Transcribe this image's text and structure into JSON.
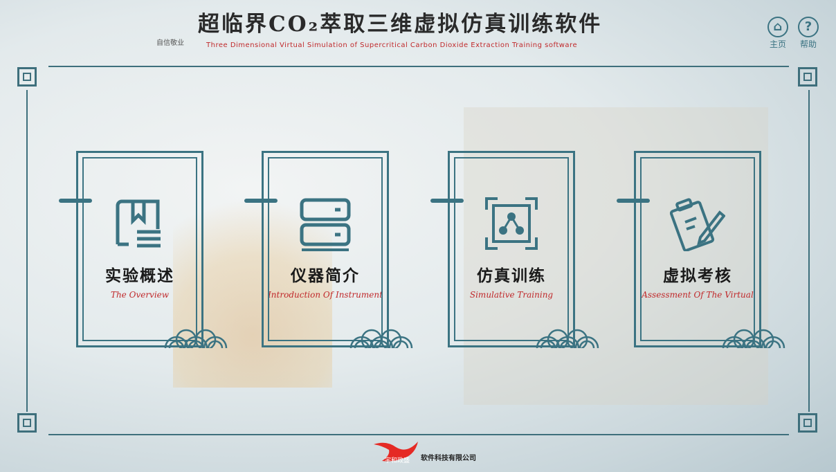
{
  "header": {
    "title": "超临界CO₂萃取三维虚拟仿真训练软件",
    "motto": "自信敬业",
    "subtitle": "Three Dimensional Virtual Simulation of Supercritical Carbon Dioxide Extraction Training software"
  },
  "top_buttons": [
    {
      "label": "主页",
      "icon": "home-icon"
    },
    {
      "label": "帮助",
      "icon": "help-icon"
    }
  ],
  "cards": [
    {
      "title": "实验概述",
      "subtitle": "The Overview",
      "icon": "book-icon"
    },
    {
      "title": "仪器简介",
      "subtitle": "Introduction Of Instrument",
      "icon": "server-icon"
    },
    {
      "title": "仿真训练",
      "subtitle": "Simulative Training",
      "icon": "molecule-icon"
    },
    {
      "title": "虚拟考核",
      "subtitle": "Assessment Of The Virtual",
      "icon": "clipboard-icon"
    }
  ],
  "footer": {
    "brand": "宇和政盛",
    "company": "软件科技有限公司"
  },
  "colors": {
    "accent": "#3b7382",
    "red": "#c0282a"
  }
}
